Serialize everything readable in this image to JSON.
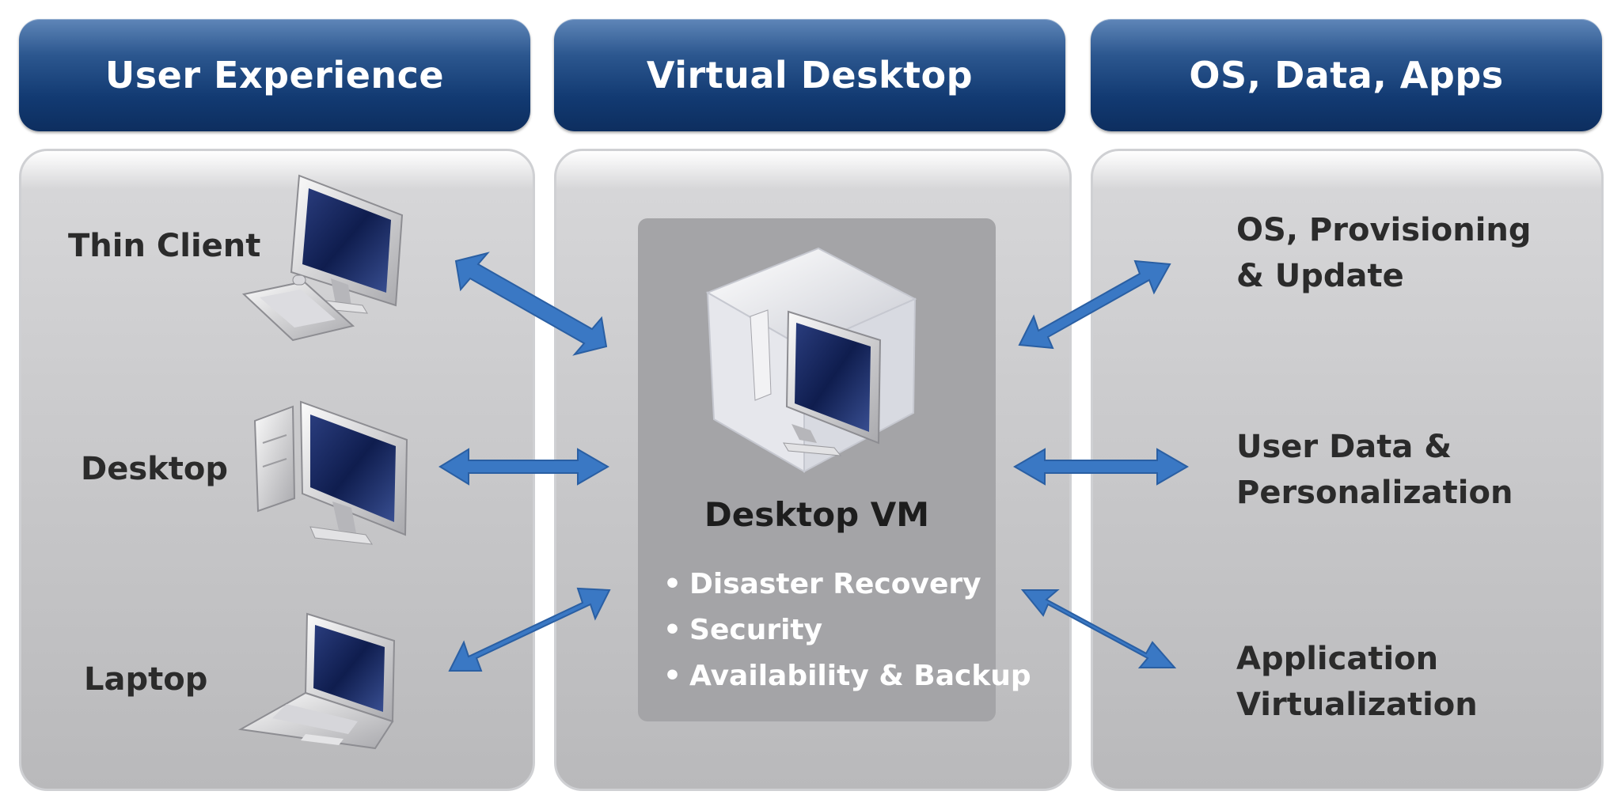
{
  "columns": [
    {
      "title": "User Experience"
    },
    {
      "title": "Virtual Desktop"
    },
    {
      "title": "OS, Data, Apps"
    }
  ],
  "clients": [
    {
      "label": "Thin Client",
      "icon": "thin-client-icon"
    },
    {
      "label": "Desktop",
      "icon": "desktop-computer-icon"
    },
    {
      "label": "Laptop",
      "icon": "laptop-icon"
    }
  ],
  "vm": {
    "title": "Desktop VM",
    "icon": "virtual-machine-cube-icon",
    "features": [
      "Disaster Recovery",
      "Security",
      "Availability & Backup"
    ]
  },
  "services": [
    {
      "line1": "OS, Provisioning",
      "line2": "& Update"
    },
    {
      "line1": "User Data &",
      "line2": "Personalization"
    },
    {
      "line1": "Application",
      "line2": "Virtualization"
    }
  ],
  "colors": {
    "header": "#123a72",
    "arrow": "#3a78c4",
    "panel": "#cbcbcd",
    "vm_box": "#a4a4a7"
  }
}
